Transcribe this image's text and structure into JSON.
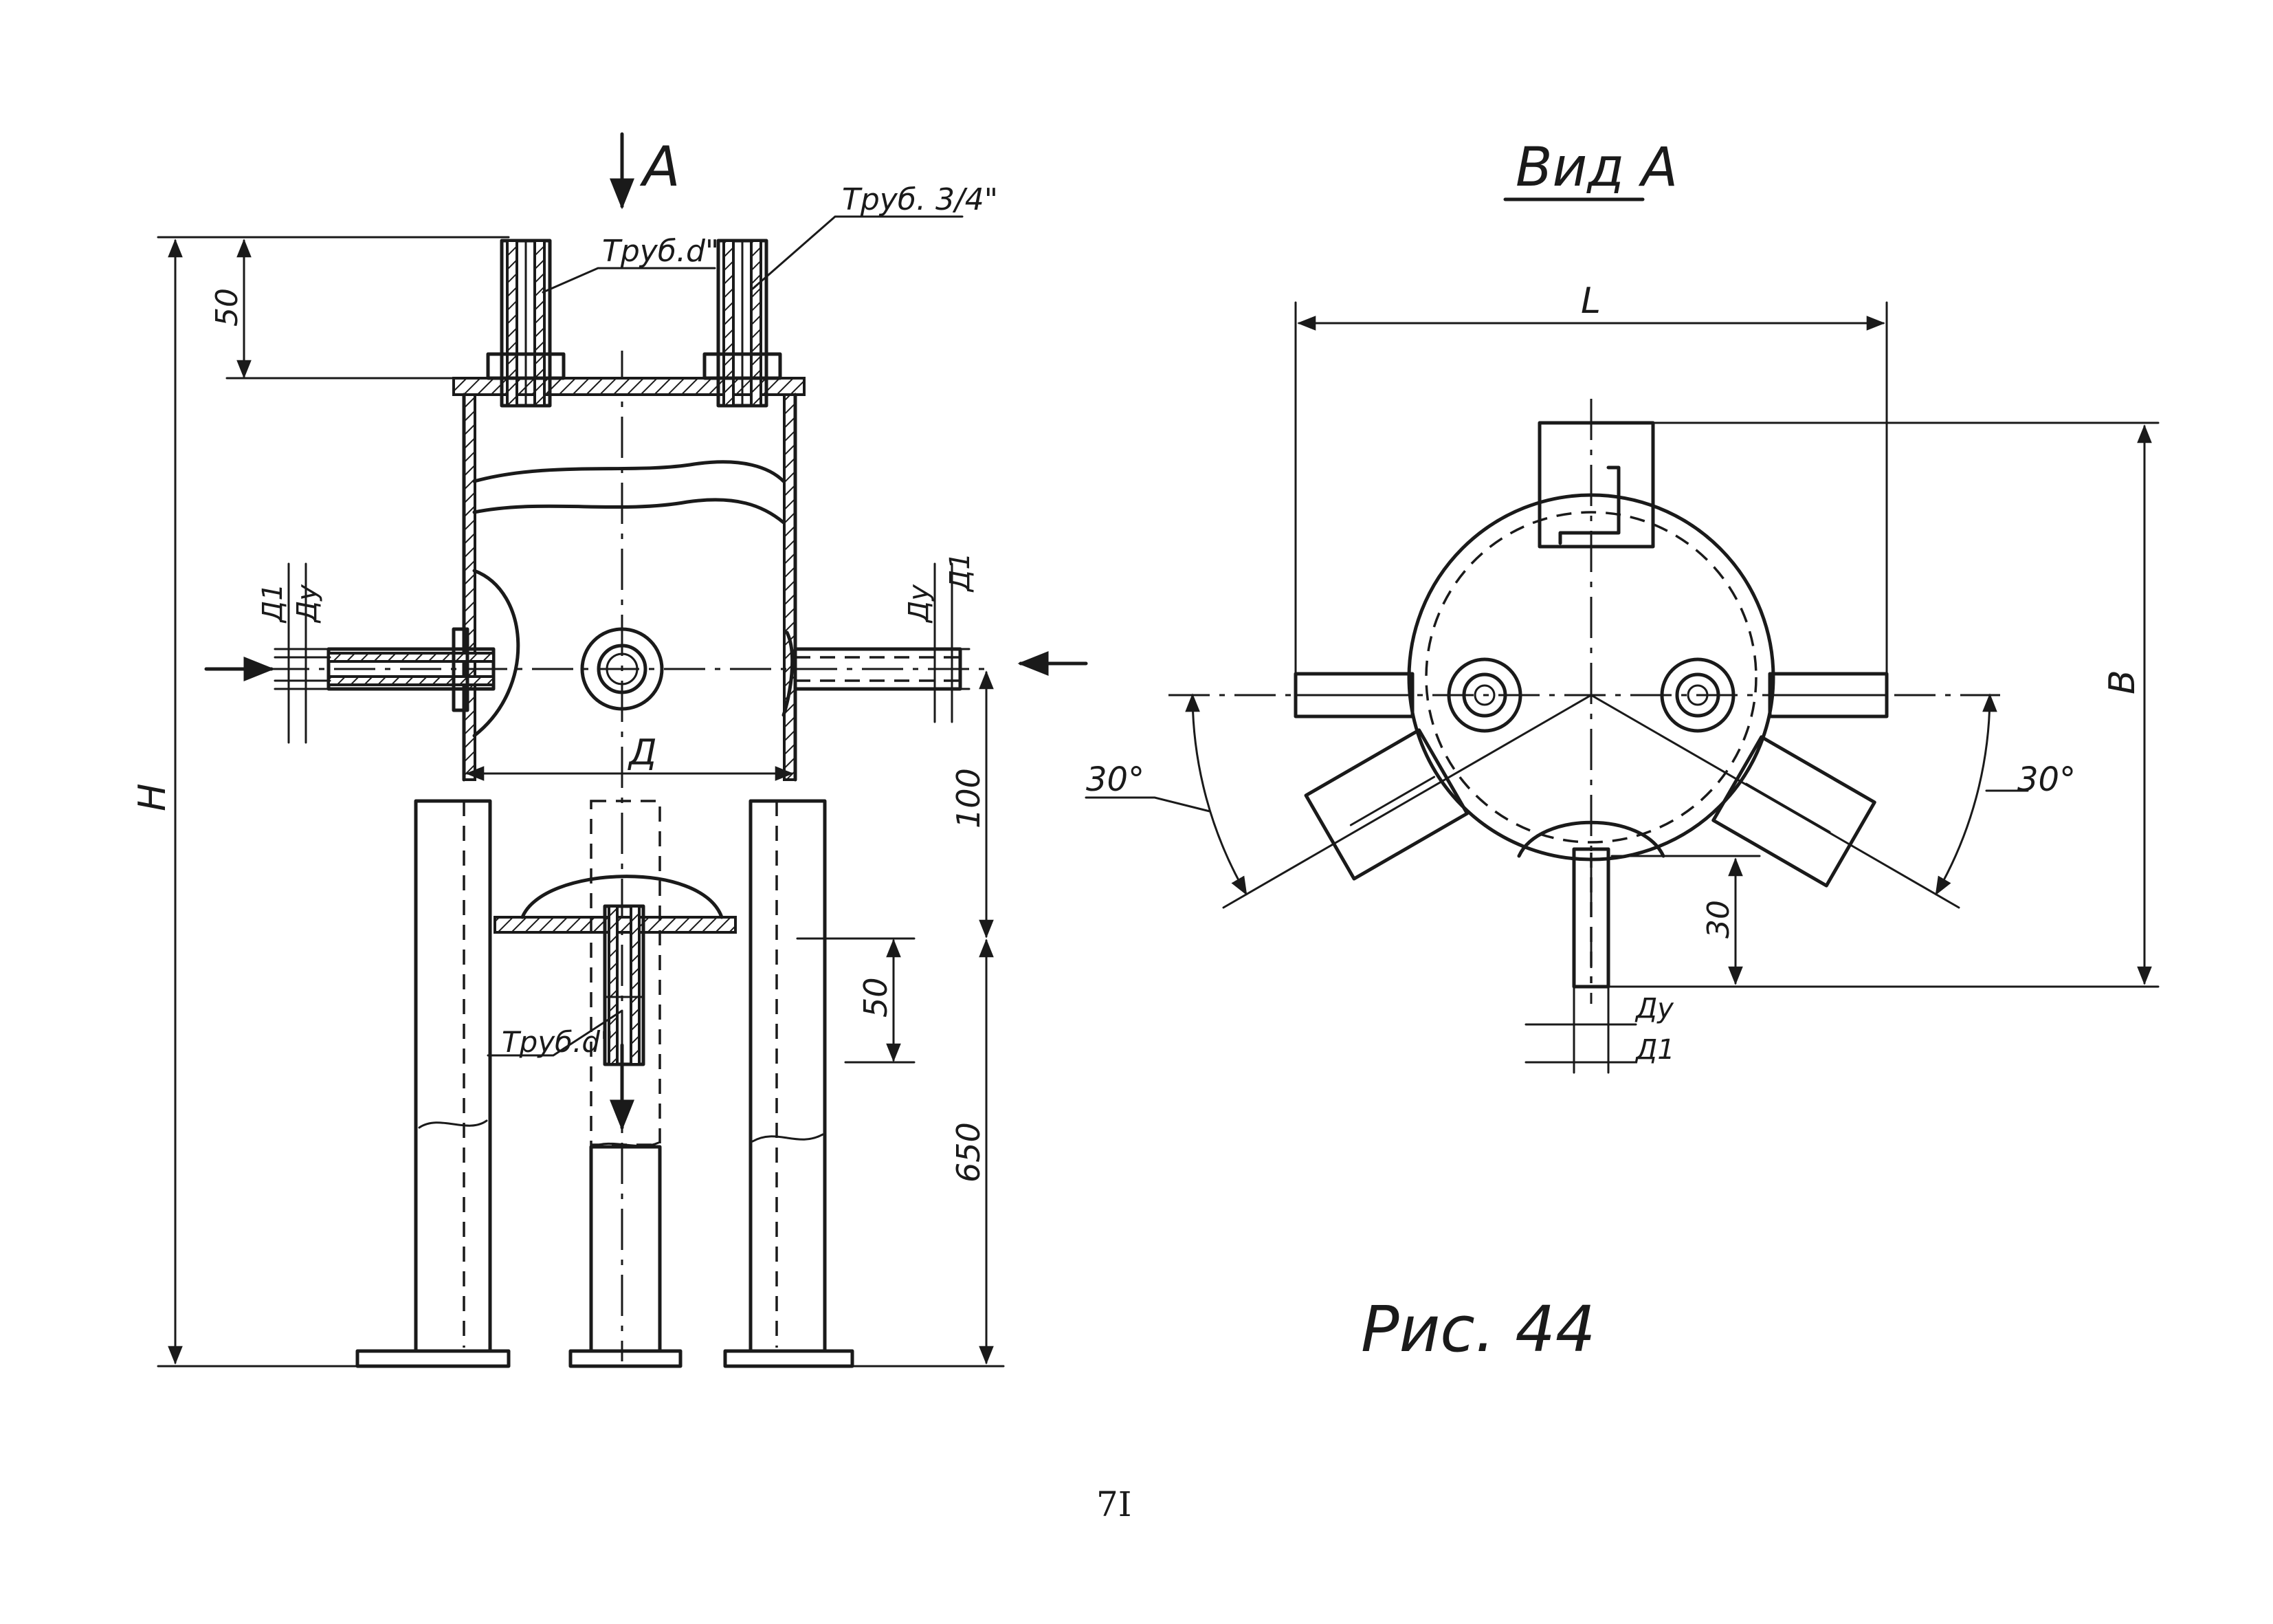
{
  "view_arrow_label": "А",
  "view_title": "Вид А",
  "labels": {
    "pipe_d_top": "Труб.d\"",
    "pipe_3_4": "Труб. 3/4\"",
    "pipe_d_bottom": "Труб.d\"",
    "dim_H": "H",
    "dim_50_top": "50",
    "dim_D": "Д",
    "dim_100": "100",
    "dim_50_mid": "50",
    "dim_650": "650",
    "dim_D1_left": "Д1",
    "dim_Dy_left": "Ду",
    "dim_Dy_right": "Ду",
    "dim_D1_right": "Д1",
    "dim_L": "L",
    "dim_B": "B",
    "angle_left": "30°",
    "angle_right": "30°",
    "dim_30": "30",
    "dim_Dy_bottom": "Ду",
    "dim_D1_bottom": "Д1"
  },
  "figure_caption": "Рис. 44",
  "page_number": "7I"
}
